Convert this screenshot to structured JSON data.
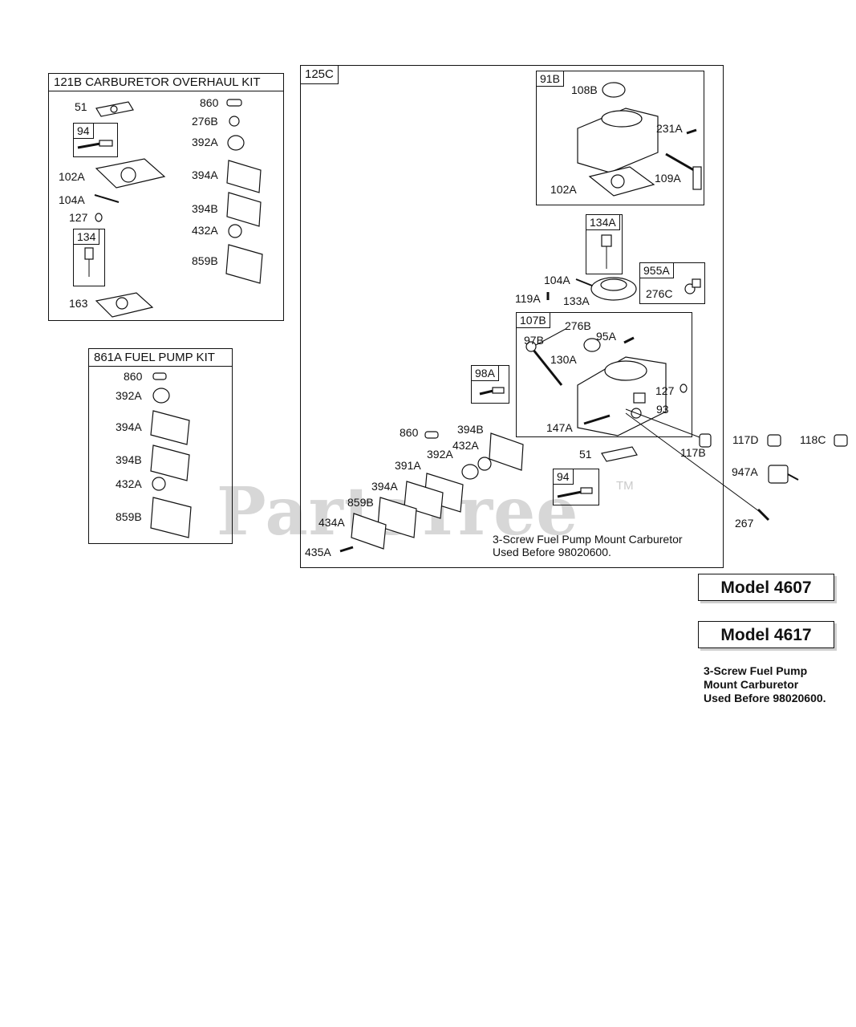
{
  "overhaul_kit": {
    "title": "121B CARBURETOR OVERHAUL KIT",
    "labels": [
      "51",
      "860",
      "276B",
      "392A",
      "102A",
      "394A",
      "104A",
      "127",
      "394B",
      "432A",
      "859B",
      "163"
    ],
    "sub_tags": [
      "94",
      "134"
    ]
  },
  "fuel_pump_kit": {
    "title": "861A  FUEL PUMP KIT",
    "labels": [
      "860",
      "392A",
      "394A",
      "394B",
      "432A",
      "859B"
    ]
  },
  "assembly": {
    "tag": "125C",
    "sub_tags": [
      "91B",
      "134A",
      "955A",
      "107B",
      "98A",
      "94"
    ],
    "labels": [
      "108B",
      "231A",
      "109A",
      "102A",
      "104A",
      "119A",
      "133A",
      "276C",
      "276B",
      "97B",
      "95A",
      "130A",
      "127",
      "93",
      "147A",
      "860",
      "394B",
      "432A",
      "392A",
      "391A",
      "394A",
      "859B",
      "434A",
      "435A",
      "51",
      "117B"
    ],
    "note": "3-Screw Fuel Pump Mount Carburetor\nUsed Before 98020600."
  },
  "outside_labels": [
    "117D",
    "118C",
    "947A",
    "267"
  ],
  "models": [
    "Model 4607",
    "Model 4617"
  ],
  "footnote": "3-Screw Fuel Pump\nMount Carburetor\nUsed Before 98020600.",
  "watermark": "PartsTree",
  "watermark_tm": "TM"
}
